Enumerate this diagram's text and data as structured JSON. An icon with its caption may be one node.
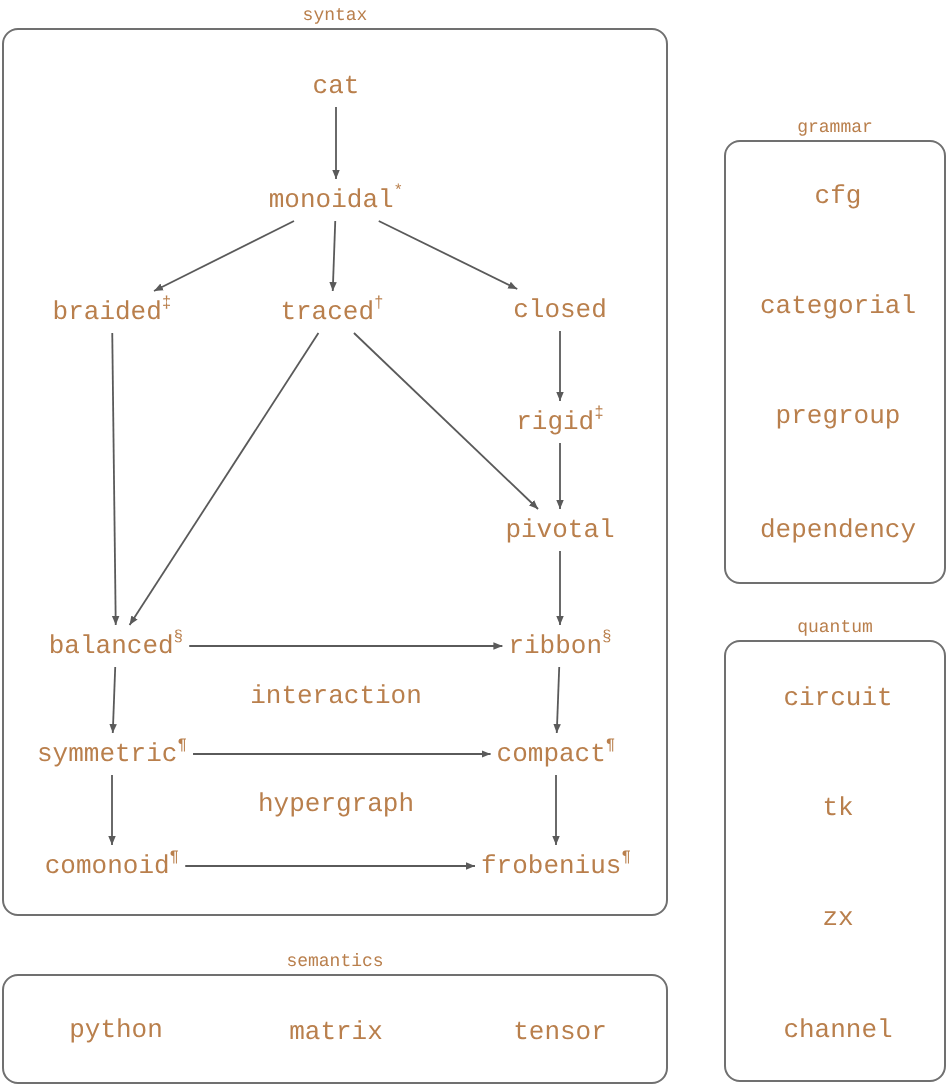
{
  "diagram": {
    "nodes": [
      {
        "text": [
          "syntax"
        ]
      },
      {
        "text": [
          "cat"
        ],
        "in": 0
      },
      {
        "text": [
          "monoidal$^{*}$"
        ],
        "in": 0
      },
      {
        "text": [
          "braided$^{‡}$"
        ],
        "in": 0
      },
      {
        "text": [
          "traced$^{†}$"
        ],
        "in": 0
      },
      {
        "text": [
          "closed"
        ],
        "in": 0
      },
      {
        "text": [
          "rigid$^{‡}$"
        ],
        "in": 0
      },
      {
        "text": [
          "pivotal"
        ],
        "in": 0
      },
      {
        "text": [
          "balanced$^{§}$"
        ],
        "in": 0
      },
      {
        "text": [
          "ribbon$^{§}$"
        ],
        "in": 0
      },
      {
        "text": [
          "symmetric$^{¶}$"
        ],
        "in": 0
      },
      {
        "text": [
          "compact$^{¶}$"
        ],
        "in": 0
      },
      {
        "text": [
          "comonoid$^{¶}$"
        ],
        "in": 0
      },
      {
        "text": [
          "frobenius$^{¶}$"
        ],
        "in": 0
      },
      {
        "text": [
          "grammar"
        ]
      },
      {
        "text": [
          "cfg"
        ],
        "in": 14
      },
      {
        "text": [
          "categorial"
        ],
        "in": 14
      },
      {
        "text": [
          "pregroup"
        ],
        "in": 14
      },
      {
        "text": [
          "dependency"
        ],
        "in": 14
      },
      {
        "text": [
          "quantum"
        ]
      },
      {
        "text": [
          "circuit"
        ],
        "in": 19
      },
      {
        "text": [
          "tk"
        ],
        "in": 19
      },
      {
        "text": [
          "zx"
        ],
        "in": 19
      },
      {
        "text": [
          "channel"
        ],
        "in": 19
      },
      {
        "text": [
          "semantics"
        ]
      },
      {
        "text": [
          "python"
        ],
        "in": 24
      },
      {
        "text": [
          "matrix"
        ],
        "in": 24
      },
      {
        "text": [
          "tensor"
        ],
        "in": 24
      }
    ],
    "edges": [
      {
        "from": 1,
        "to": 2,
        "arrow": "to"
      },
      {
        "from": 2,
        "to": 3,
        "arrow": "to"
      },
      {
        "from": 2,
        "to": 4,
        "arrow": "to"
      },
      {
        "from": 2,
        "to": 5,
        "arrow": "to"
      },
      {
        "from": 5,
        "to": 6,
        "arrow": "to"
      },
      {
        "from": 6,
        "to": 7,
        "arrow": "to"
      },
      {
        "from": 4,
        "to": 7,
        "arrow": "to"
      },
      {
        "from": 4,
        "to": 8,
        "arrow": "to"
      },
      {
        "from": 3,
        "to": 8,
        "arrow": "to"
      },
      {
        "from": 7,
        "to": 9,
        "arrow": "to"
      },
      {
        "from": 8,
        "to": 9,
        "arrow": "to"
      },
      {
        "from": 8,
        "to": 10,
        "arrow": "to"
      },
      {
        "from": 9,
        "to": 11,
        "arrow": "to"
      },
      {
        "from": 10,
        "to": 11,
        "arrow": "to"
      },
      {
        "from": 10,
        "to": 12,
        "arrow": "to"
      },
      {
        "from": 11,
        "to": 13,
        "arrow": "to"
      },
      {
        "from": 12,
        "to": 13,
        "arrow": "to"
      }
    ],
    "labels": [
      "interaction",
      "hypergraph"
    ]
  }
}
